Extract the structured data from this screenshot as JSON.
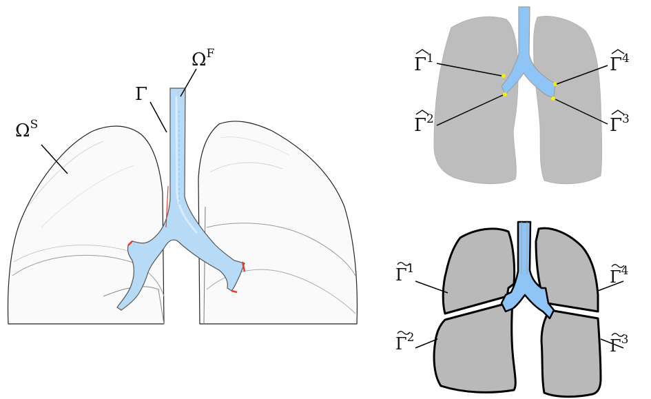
{
  "colors": {
    "airway_blue": "#a9d3f7",
    "airway_blue_bright": "#8ec5f6",
    "lung_gray": "#bdbdbd",
    "lung_gray_dark": "#b9b9b9",
    "outline": "#000000",
    "boundary_red": "#e8392b",
    "outlet_yellow": "#f4f000"
  },
  "left_panel": {
    "omega_s": {
      "base": "Ω",
      "sup": "S"
    },
    "omega_f": {
      "base": "Ω",
      "sup": "F"
    },
    "gamma": {
      "base": "Γ"
    }
  },
  "top_right_panel": {
    "outlets": [
      {
        "base": "Γ",
        "sup": "1",
        "accent": "hat"
      },
      {
        "base": "Γ",
        "sup": "2",
        "accent": "hat"
      },
      {
        "base": "Γ",
        "sup": "3",
        "accent": "hat"
      },
      {
        "base": "Γ",
        "sup": "4",
        "accent": "hat"
      }
    ]
  },
  "bottom_right_panel": {
    "lobes": [
      {
        "base": "Γ",
        "sup": "1",
        "accent": "tilde"
      },
      {
        "base": "Γ",
        "sup": "2",
        "accent": "tilde"
      },
      {
        "base": "Γ",
        "sup": "3",
        "accent": "tilde"
      },
      {
        "base": "Γ",
        "sup": "4",
        "accent": "tilde"
      }
    ]
  }
}
